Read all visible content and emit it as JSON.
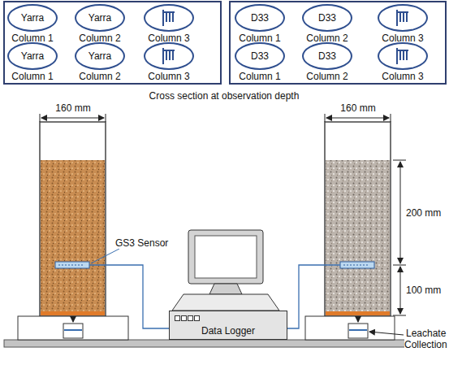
{
  "diagram": {
    "nodes": [
      {
        "text": [
          "Yarra",
          "Column 1"
        ]
      },
      {
        "text": [
          "Yarra",
          "Column 2"
        ]
      },
      {
        "text": [
          "Column 3"
        ]
      },
      {
        "text": [
          "Yarra",
          "Column 1"
        ]
      },
      {
        "text": [
          "Yarra",
          "Column 2"
        ]
      },
      {
        "text": [
          "Column 3"
        ]
      },
      {
        "text": [
          "D33",
          "Column 1"
        ]
      },
      {
        "text": [
          "D33",
          "Column 2"
        ]
      },
      {
        "text": [
          "Column 3"
        ]
      },
      {
        "text": [
          "D33",
          "Column 1"
        ]
      },
      {
        "text": [
          "D33",
          "Column 2"
        ]
      },
      {
        "text": [
          "Column 3"
        ]
      },
      {
        "text": [
          "Data Logger"
        ]
      }
    ],
    "labels": [
      "Cross section at observation depth",
      "160 mm",
      "160 mm",
      "GS3 Sensor",
      "200 mm",
      "100 mm",
      "Leachate Collection"
    ]
  }
}
